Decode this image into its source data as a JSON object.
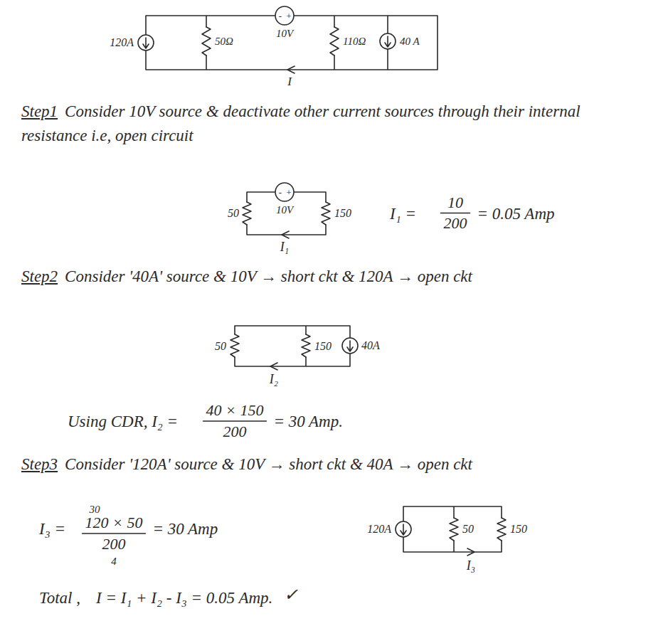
{
  "diagram": {
    "labels": [
      "120A",
      "50Ω",
      "-",
      "+",
      "10V",
      "110Ω",
      "40 A",
      "I",
      "Step1",
      "Consider 10V source & deactivate other current sources through their internal resistance i.e, open circuit",
      "50",
      "-",
      "+",
      "10V",
      "150",
      "I₁",
      "I₁ =",
      "10",
      "200",
      "= 0.05 Amp",
      "Step2",
      "Consider '40A' source & 10V → short ckt & 120A → open ckt",
      "50",
      "150",
      "40A",
      "I₂",
      "Using CDR, I₂ =",
      "40 × 150",
      "200",
      "= 30 Amp.",
      "Step3",
      "Consider '120A' source & 10V → short ckt & 40A → open ckt",
      "I₃ =",
      "30",
      "120 × 50",
      "200",
      "4",
      "= 30 Amp",
      "120A",
      "50",
      "150",
      "I₃",
      "Total ,",
      "I = I₁ + I₂ - I₃ = 0.05 Amp.",
      "✓"
    ]
  }
}
